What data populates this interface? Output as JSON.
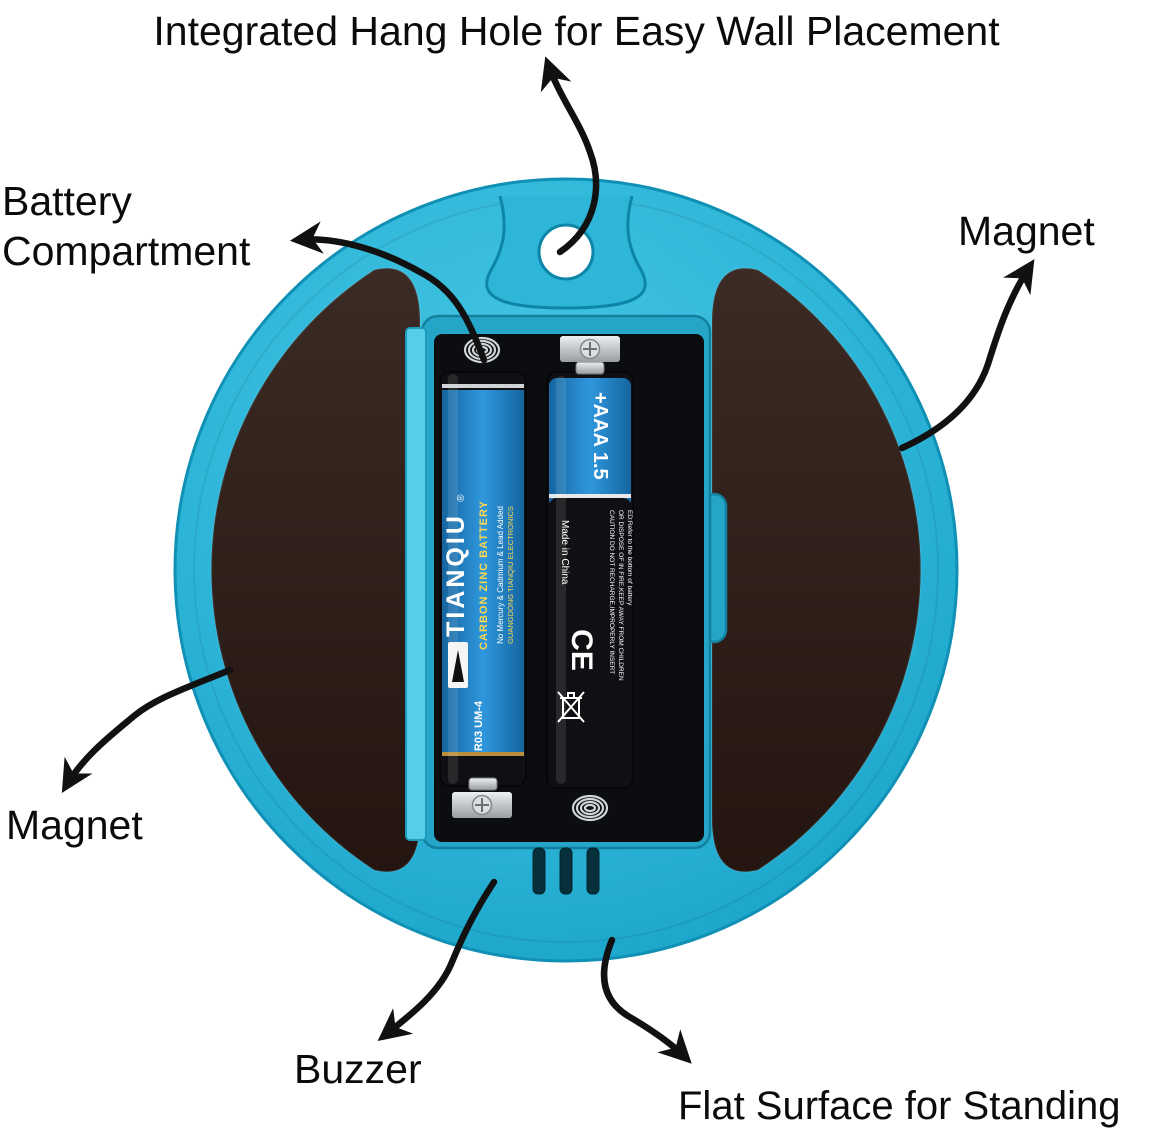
{
  "title": "Integrated Hang Hole for Easy Wall Placement",
  "labels": {
    "battery_compartment": "Battery Compartment",
    "magnet_right": "Magnet",
    "magnet_left": "Magnet",
    "buzzer": "Buzzer",
    "flat_surface": "Flat Surface for Standing"
  },
  "colors": {
    "device_blue": "#2eb6d9",
    "device_edge": "#0f90b4",
    "magnet_brown": "#2e1d18",
    "arrow_black": "#111111",
    "battery_label_blue": "#1f7fc6",
    "label_yellow": "#ffd84d"
  },
  "battery_left": {
    "brand": "TIANQIU",
    "registered": "®",
    "type": "CARBON ZINC BATTERY",
    "note1": "No Mercury & Cadmium & Lead Added",
    "note2": "GUANGDONG TIANQIU ELECTRONICS",
    "model": "R03 UM-4"
  },
  "battery_right": {
    "size": "+AAA 1.5",
    "origin": "Made in China",
    "warning1": "CAUTION DO NOT RECHARGE,IMPROPERLY INSERT",
    "warning2": "OR DISPOSE OF IN FIRE,KEEP AWAY FROM CHILDREN",
    "warning3": "ED:Refer to the bottom of battery",
    "ce": "CE"
  }
}
